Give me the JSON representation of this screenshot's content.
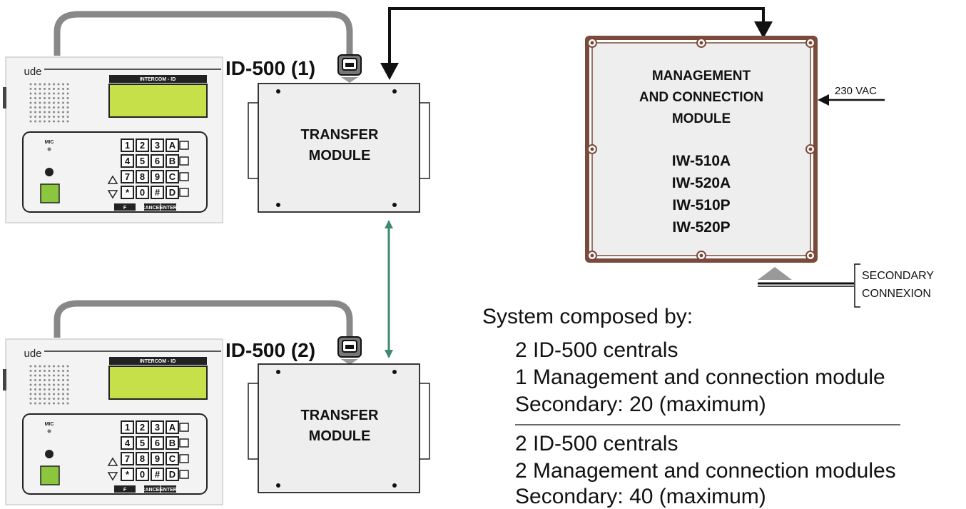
{
  "devices": [
    {
      "label": "ID-500 (1)",
      "brand": "ude",
      "panel_title": "INTERCOM - ID",
      "mic": "MIC",
      "keys": [
        "1",
        "2",
        "3",
        "A",
        "4",
        "5",
        "6",
        "B",
        "7",
        "8",
        "9",
        "C",
        "*",
        "0",
        "#",
        "D"
      ],
      "bottom_keys": [
        "F",
        "CANCEL",
        "ENTER"
      ]
    },
    {
      "label": "ID-500 (2)",
      "brand": "ude",
      "panel_title": "INTERCOM - ID",
      "mic": "MIC",
      "keys": [
        "1",
        "2",
        "3",
        "A",
        "4",
        "5",
        "6",
        "B",
        "7",
        "8",
        "9",
        "C",
        "*",
        "0",
        "#",
        "D"
      ],
      "bottom_keys": [
        "F",
        "CANCEL",
        "ENTER"
      ]
    }
  ],
  "transfer_modules": [
    {
      "line1": "TRANSFER",
      "line2": "MODULE"
    },
    {
      "line1": "TRANSFER",
      "line2": "MODULE"
    }
  ],
  "management_module": {
    "lines": [
      "MANAGEMENT",
      "AND CONNECTION",
      "MODULE"
    ],
    "models": [
      "IW-510A",
      "IW-520A",
      "IW-510P",
      "IW-520P"
    ]
  },
  "power_label": "230 VAC",
  "secondary_label": [
    "SECONDARY",
    "CONNEXION"
  ],
  "system": {
    "heading": "System composed by:",
    "config1": [
      "2 ID-500 centrals",
      "1 Management and connection module",
      "Secondary: 20 (maximum)"
    ],
    "config2": [
      "2 ID-500 centrals",
      "2 Management and connection modules",
      "Secondary: 40 (maximum)"
    ]
  },
  "colors": {
    "link_line": "#3d8a6e",
    "cable": "#8a8a8a",
    "lcd": "#c6e04a",
    "card_slot": "#8cc63f",
    "module_fill": "#eeeeee",
    "mgmt_border": "#7a4a3a"
  }
}
